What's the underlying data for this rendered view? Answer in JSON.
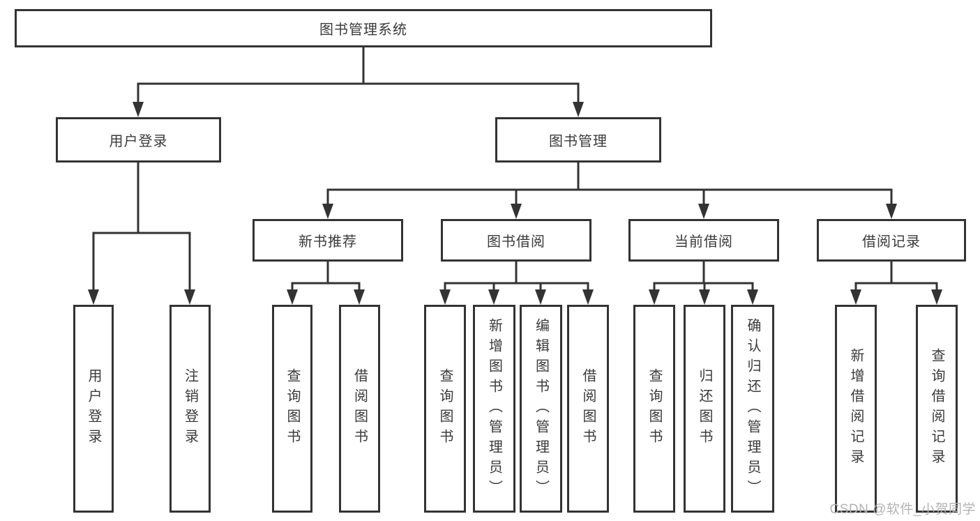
{
  "tree": {
    "root": {
      "label": "图书管理系统"
    },
    "user_login": {
      "label": "用户登录",
      "children": [
        {
          "label": "用户登录"
        },
        {
          "label": "注销登录"
        }
      ]
    },
    "book_management": {
      "label": "图书管理",
      "groups": [
        {
          "label": "新书推荐",
          "children": [
            {
              "label": "查询图书"
            },
            {
              "label": "借阅图书"
            }
          ]
        },
        {
          "label": "图书借阅",
          "children": [
            {
              "label": "查询图书"
            },
            {
              "label": "新增图书（管理员）"
            },
            {
              "label": "编辑图书（管理员）"
            },
            {
              "label": "借阅图书"
            }
          ]
        },
        {
          "label": "当前借阅",
          "children": [
            {
              "label": "查询图书"
            },
            {
              "label": "归还图书"
            },
            {
              "label": "确认归还（管理员）"
            }
          ]
        },
        {
          "label": "借阅记录",
          "children": [
            {
              "label": "新增借阅记录"
            },
            {
              "label": "查询借阅记录"
            }
          ]
        }
      ]
    }
  },
  "watermark": {
    "text": "CSDN @软件_小贺同学"
  },
  "colors": {
    "line": "#333333",
    "text": "#3a3a3a",
    "background": "#ffffff",
    "watermark": "#b3b3b3"
  }
}
